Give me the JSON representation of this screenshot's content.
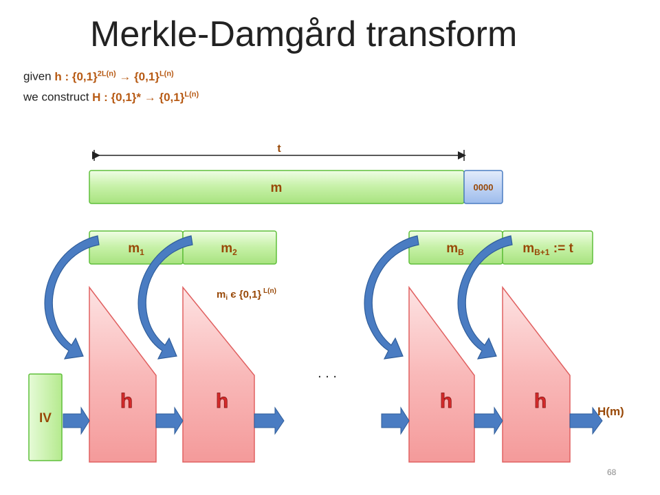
{
  "title": "Merkle-Damgård transform",
  "given_line": {
    "prefix": "given ",
    "h_label": "h : {0,1}",
    "h_exp1": "2L(n)",
    "arrow": " → {0,1}",
    "h_exp2": "L(n)"
  },
  "construct_line": {
    "prefix": "we construct ",
    "H_label": "H : {0,1}* → {0,1}",
    "H_exp": "L(n)"
  },
  "message": {
    "length_label": "t",
    "m_label": "m",
    "pad_label": "0000"
  },
  "blocks": [
    {
      "base": "m",
      "sub": "1",
      "suffix": ""
    },
    {
      "base": "m",
      "sub": "2",
      "suffix": ""
    },
    {
      "base": "m",
      "sub": "B",
      "suffix": ""
    },
    {
      "base": "m",
      "sub": "B+1",
      "suffix": " := t"
    }
  ],
  "block_domain": {
    "base": "m",
    "sub": "i",
    "mid": " є {0,1}",
    "sup": " L(n)"
  },
  "iv_label": "IV",
  "h_label": "h",
  "ellipsis": ". . .",
  "output_label": "H(m)",
  "page_number": "68",
  "colors": {
    "green_fill": "#c6f2a8",
    "green_stroke": "#5fbf3a",
    "blue_pad_fill": "#a9c6f0",
    "pink_fill": "#f7a7a7",
    "pink_stroke": "#e06060",
    "arrow_blue": "#4a7cc2",
    "arrow_stroke": "#2f5d9a",
    "h_red": "#d42a2a",
    "label_brown": "#984807"
  }
}
